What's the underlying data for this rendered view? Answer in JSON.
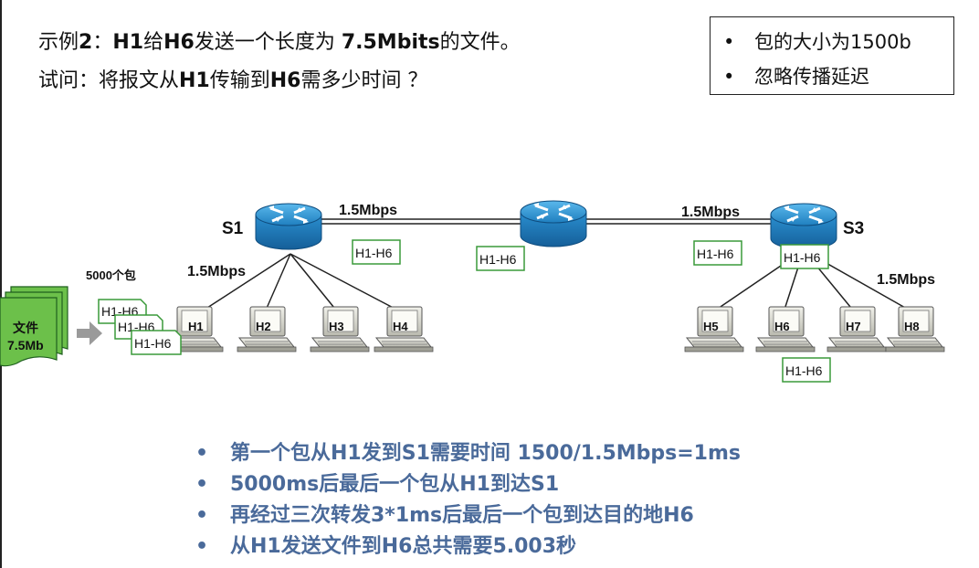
{
  "question": {
    "line1": {
      "prefix": "示例",
      "num": "2",
      "colon": "：",
      "h1": "H1",
      "mid1": "给",
      "h6": "H6",
      "mid2": "发送一个长度为 ",
      "size": "7.5Mbits",
      "tail": "的文件。"
    },
    "line2": {
      "prefix": "试问：将报文从",
      "h1": "H1",
      "mid": "传输到",
      "h6": "H6",
      "tail": "需多少时间 ？"
    }
  },
  "notes": {
    "bullet": "•",
    "items": [
      "包的大小为1500b",
      "忽略传播延迟"
    ]
  },
  "diagram": {
    "file": {
      "line1": "文件",
      "line2": "7.5Mb"
    },
    "packet_count": "5000个包",
    "packet_label": "H1-H6",
    "switch_labels": {
      "s1": "S1",
      "s3": "S3"
    },
    "link_speed": "1.5Mbps",
    "hosts": [
      "H1",
      "H2",
      "H3",
      "H4",
      "H5",
      "H6",
      "H7",
      "H8"
    ],
    "colors": {
      "packet_border": "#3a9a3a",
      "file_fill": "#6cc04a",
      "router": "#2a8fd0",
      "arrow": "#9a9a9a"
    }
  },
  "bullets": {
    "bullet": "•",
    "items": [
      "第一个包从H1发到S1需要时间 1500/1.5Mbps=1ms",
      "5000ms后最后一个包从H1到达S1",
      "再经过三次转发3*1ms后最后一个包到达目的地H6",
      "从H1发送文件到H6总共需要5.003秒"
    ]
  }
}
